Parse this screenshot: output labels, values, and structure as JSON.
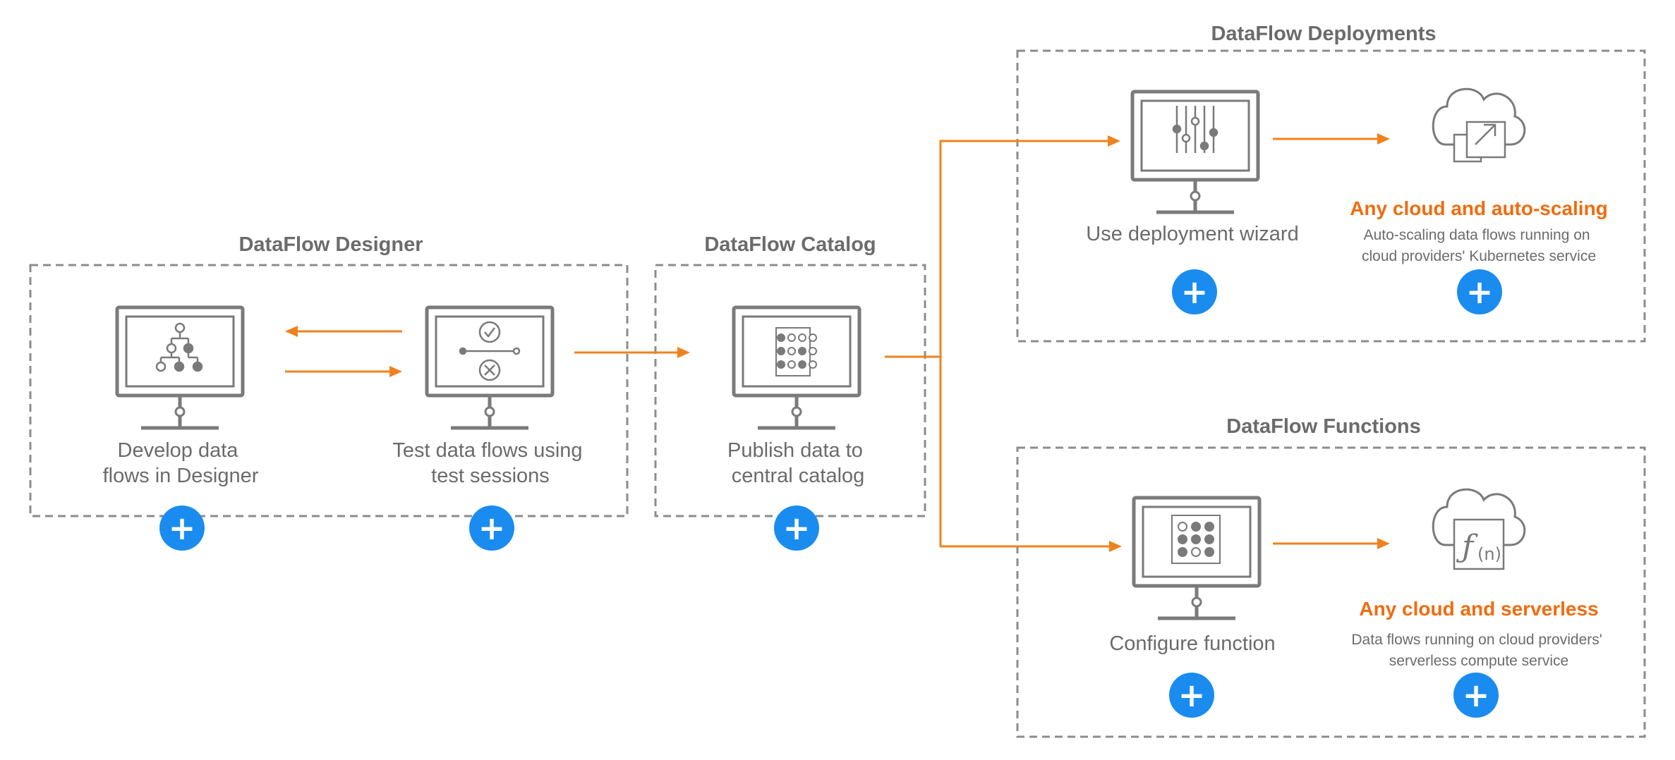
{
  "sections": {
    "designer": {
      "title": "DataFlow Designer"
    },
    "catalog": {
      "title": "DataFlow Catalog"
    },
    "deployments": {
      "title": "DataFlow Deployments"
    },
    "functions": {
      "title": "DataFlow Functions"
    }
  },
  "steps": {
    "develop": {
      "line1": "Develop data",
      "line2": "flows in Designer"
    },
    "test": {
      "line1": "Test data flows using",
      "line2": "test sessions"
    },
    "publish": {
      "line1": "Publish data to",
      "line2": "central catalog"
    },
    "deploy": {
      "label": "Use deployment wizard"
    },
    "configure": {
      "label": "Configure function"
    }
  },
  "outcomes": {
    "autoscaling": {
      "title": "Any cloud and auto-scaling",
      "line1": "Auto-scaling data flows running on",
      "line2": "cloud providers' Kubernetes service"
    },
    "serverless": {
      "title": "Any cloud and serverless",
      "line1": "Data flows running on cloud providers'",
      "line2": "serverless compute service"
    }
  },
  "icons": {
    "monitor": "monitor-icon",
    "cloud": "cloud-icon",
    "plus": "plus-icon"
  },
  "plus_symbol": "+",
  "colors": {
    "accent_orange": "#ef6c0f",
    "arrow_orange": "#f0821e",
    "plus_blue": "#1a8cf0",
    "text_gray": "#6b6b6b",
    "border_gray": "#8c8c8c"
  }
}
